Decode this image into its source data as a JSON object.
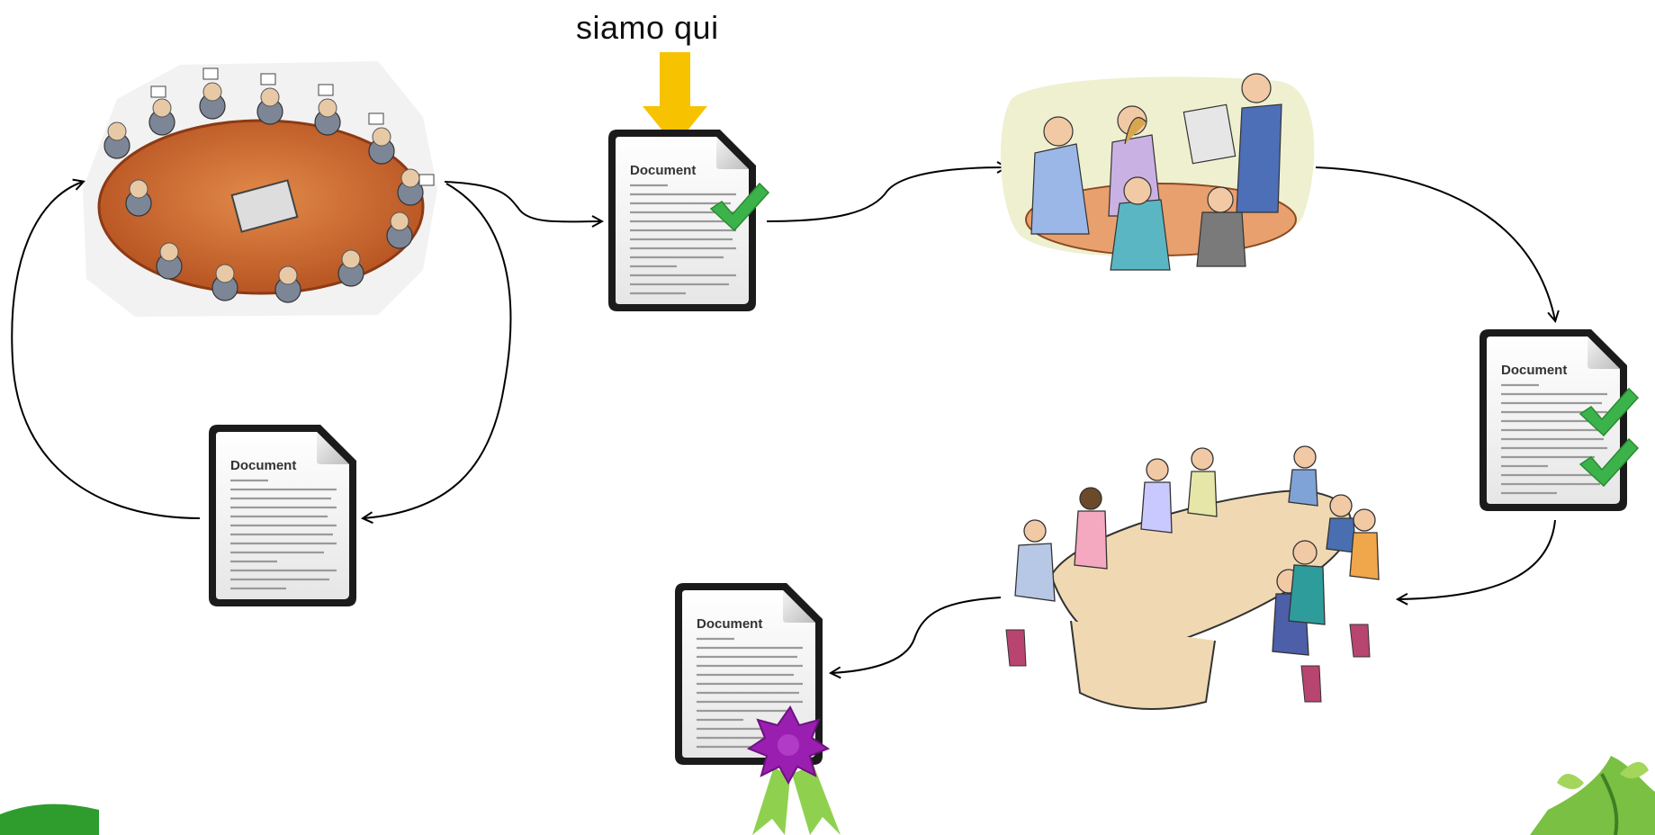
{
  "annotation": {
    "here_label": "siamo qui"
  },
  "documents": [
    {
      "id": "doc-draft-approved",
      "title": "Document",
      "status": "approved-once"
    },
    {
      "id": "doc-draft-approved-twice",
      "title": "Document",
      "status": "approved-twice"
    },
    {
      "id": "doc-final-certified",
      "title": "Document",
      "status": "certified"
    },
    {
      "id": "doc-initial",
      "title": "Document",
      "status": "draft"
    }
  ],
  "colors": {
    "arrow_marker": "#f7c200",
    "check": "#3cb34a",
    "seal": "#9a1fb0",
    "ribbon": "#8fd14f",
    "table_wood": "#c9622c",
    "leaf_green": "#2e9d2e"
  },
  "icons": {
    "pointer": "down-arrow-icon",
    "approved": "checkmark-icon",
    "certified": "seal-ribbon-icon"
  }
}
